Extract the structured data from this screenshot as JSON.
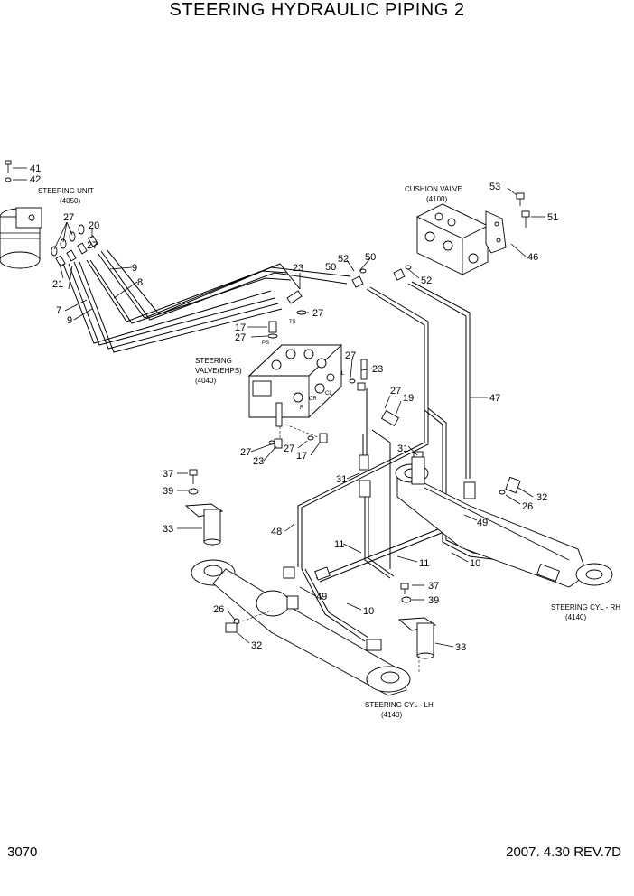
{
  "title": "STEERING HYDRAULIC PIPING 2",
  "page_number": "3070",
  "revision": "2007. 4.30  REV.7D",
  "components": {
    "steering_unit": {
      "name": "STEERING UNIT",
      "code": "(4050)"
    },
    "cushion_valve": {
      "name": "CUSHION VALVE",
      "code": "(4100)"
    },
    "steering_valve": {
      "name_line1": "STEERING",
      "name_line2": "VALVE(EHPS)",
      "code": "(4040)"
    },
    "cyl_rh": {
      "name": "STEERING CYL - RH",
      "code": "(4140)"
    },
    "cyl_lh": {
      "name": "STEERING CYL - LH",
      "code": "(4140)"
    }
  },
  "port_marks": [
    "TS",
    "PS",
    "L",
    "CR",
    "R",
    "CL"
  ],
  "callouts": [
    {
      "id": "c41",
      "text": "41"
    },
    {
      "id": "c42",
      "text": "42"
    },
    {
      "id": "c27a",
      "text": "27"
    },
    {
      "id": "c20",
      "text": "20"
    },
    {
      "id": "c27b",
      "text": "27"
    },
    {
      "id": "c21",
      "text": "21"
    },
    {
      "id": "c9a",
      "text": "9"
    },
    {
      "id": "c8",
      "text": "8"
    },
    {
      "id": "c7",
      "text": "7"
    },
    {
      "id": "c9b",
      "text": "9"
    },
    {
      "id": "c53",
      "text": "53"
    },
    {
      "id": "c51",
      "text": "51"
    },
    {
      "id": "c46",
      "text": "46"
    },
    {
      "id": "c52a",
      "text": "52"
    },
    {
      "id": "c50a",
      "text": "50"
    },
    {
      "id": "c50b",
      "text": "50"
    },
    {
      "id": "c52b",
      "text": "52"
    },
    {
      "id": "c23a",
      "text": "23"
    },
    {
      "id": "c27c",
      "text": "27"
    },
    {
      "id": "c17a",
      "text": "17"
    },
    {
      "id": "c27d",
      "text": "27"
    },
    {
      "id": "c27e",
      "text": "27"
    },
    {
      "id": "c23b",
      "text": "23"
    },
    {
      "id": "c27f",
      "text": "27"
    },
    {
      "id": "c19",
      "text": "19"
    },
    {
      "id": "c47",
      "text": "47"
    },
    {
      "id": "c27g",
      "text": "27"
    },
    {
      "id": "c23c",
      "text": "23"
    },
    {
      "id": "c27h",
      "text": "27"
    },
    {
      "id": "c17b",
      "text": "17"
    },
    {
      "id": "c31a",
      "text": "31"
    },
    {
      "id": "c31b",
      "text": "31"
    },
    {
      "id": "c37a",
      "text": "37"
    },
    {
      "id": "c39a",
      "text": "39"
    },
    {
      "id": "c33a",
      "text": "33"
    },
    {
      "id": "c48",
      "text": "48"
    },
    {
      "id": "c32a",
      "text": "32"
    },
    {
      "id": "c26a",
      "text": "26"
    },
    {
      "id": "c49a",
      "text": "49"
    },
    {
      "id": "c11a",
      "text": "11"
    },
    {
      "id": "c11b",
      "text": "11"
    },
    {
      "id": "c10a",
      "text": "10"
    },
    {
      "id": "c37b",
      "text": "37"
    },
    {
      "id": "c39b",
      "text": "39"
    },
    {
      "id": "c49b",
      "text": "49"
    },
    {
      "id": "c10b",
      "text": "10"
    },
    {
      "id": "c26b",
      "text": "26"
    },
    {
      "id": "c32b",
      "text": "32"
    },
    {
      "id": "c33b",
      "text": "33"
    }
  ]
}
